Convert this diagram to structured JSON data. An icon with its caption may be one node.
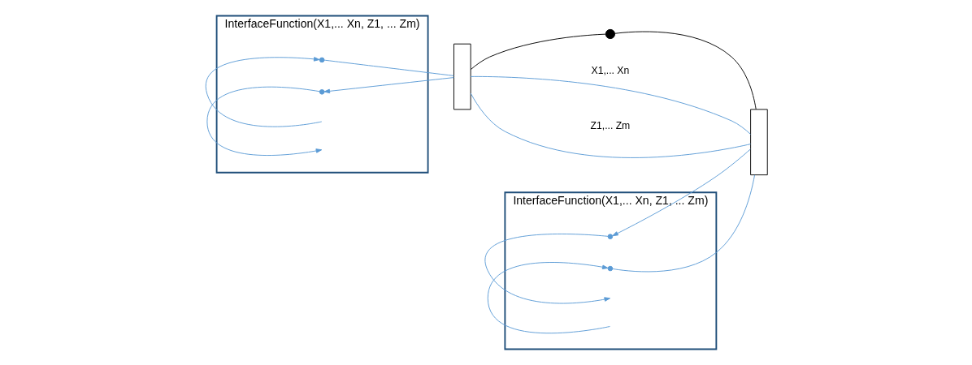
{
  "diagram": {
    "nodes": [
      {
        "text": [
          "InterfaceFunction(X1,... Xn, Z1, ... Zm)"
        ]
      },
      {
        "text": [],
        "shape": "circle",
        "in": 0
      },
      {
        "text": [],
        "shape": "circle",
        "in": 0
      },
      {
        "text": [],
        "shape": "box"
      },
      {
        "text": [],
        "shape": "circle"
      },
      {
        "text": [],
        "shape": "box"
      },
      {
        "text": [
          "InterfaceFunction(X1,... Xn, Z1, ... Zm)"
        ]
      },
      {
        "text": [],
        "shape": "circle",
        "in": 6
      },
      {
        "text": [],
        "shape": "circle",
        "in": 6
      }
    ],
    "edges": [
      {
        "from": null,
        "to": 1,
        "arrow": "to"
      },
      {
        "from": 1,
        "to": 3,
        "arrow": "none"
      },
      {
        "from": 3,
        "to": 5,
        "arrow": "none",
        "label": "X1,... Xn"
      },
      {
        "from": 5,
        "to": 7,
        "arrow": "to"
      },
      {
        "from": 7,
        "to": null,
        "arrow": "to"
      },
      {
        "from": null,
        "to": 8,
        "arrow": "to"
      },
      {
        "from": 8,
        "to": 5,
        "arrow": "none"
      },
      {
        "from": 5,
        "to": 3,
        "arrow": "none",
        "label": "Z1,... Zm"
      },
      {
        "from": 3,
        "to": 2,
        "arrow": "to"
      },
      {
        "from": 2,
        "to": null,
        "arrow": "to"
      },
      {
        "from": 3,
        "to": 4,
        "arrow": "none",
        "color": "#000000"
      },
      {
        "from": 4,
        "to": 5,
        "arrow": "none",
        "color": "#000000"
      }
    ]
  }
}
